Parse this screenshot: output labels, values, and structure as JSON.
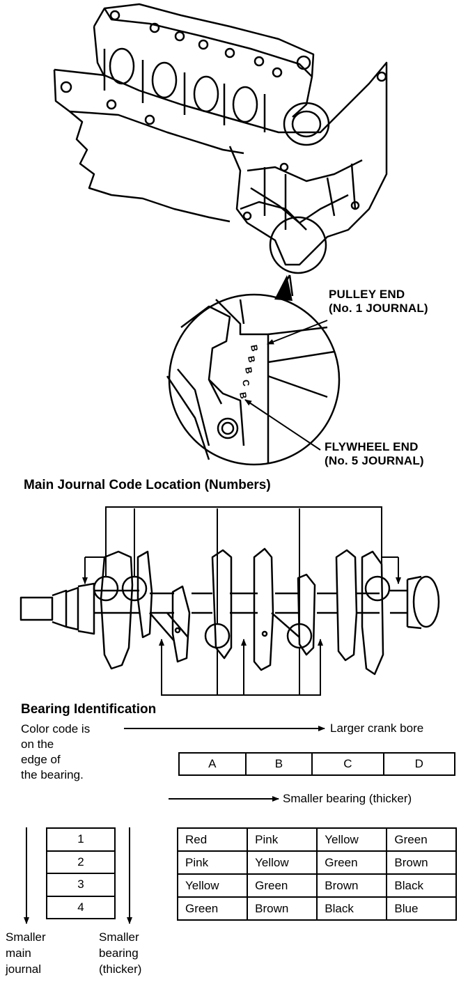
{
  "engine_figure": {
    "pulley_end": [
      "PULLEY END",
      "(No. 1 JOURNAL)"
    ],
    "flywheel_end": [
      "FLYWHEEL END",
      "(No. 5 JOURNAL)"
    ],
    "stamped_codes": [
      "B",
      "B",
      "B",
      "C",
      "B"
    ]
  },
  "main_journal": {
    "title": "Main Journal Code Location (Numbers)"
  },
  "bearing_id": {
    "title": "Bearing Identification",
    "color_note": [
      "Color code is",
      "on the",
      "edge of",
      "the bearing."
    ],
    "larger_crank_bore": "Larger crank bore",
    "smaller_bearing_top": "Smaller bearing (thicker)",
    "bore_codes": [
      "A",
      "B",
      "C",
      "D"
    ],
    "journal_codes": [
      "1",
      "2",
      "3",
      "4"
    ],
    "color_rows": [
      [
        "Red",
        "Pink",
        "Yellow",
        "Green"
      ],
      [
        "Pink",
        "Yellow",
        "Green",
        "Brown"
      ],
      [
        "Yellow",
        "Green",
        "Brown",
        "Black"
      ],
      [
        "Green",
        "Brown",
        "Black",
        "Blue"
      ]
    ],
    "smaller_main_journal": [
      "Smaller",
      "main",
      "journal"
    ],
    "smaller_bearing_side": [
      "Smaller",
      "bearing",
      "(thicker)"
    ]
  }
}
